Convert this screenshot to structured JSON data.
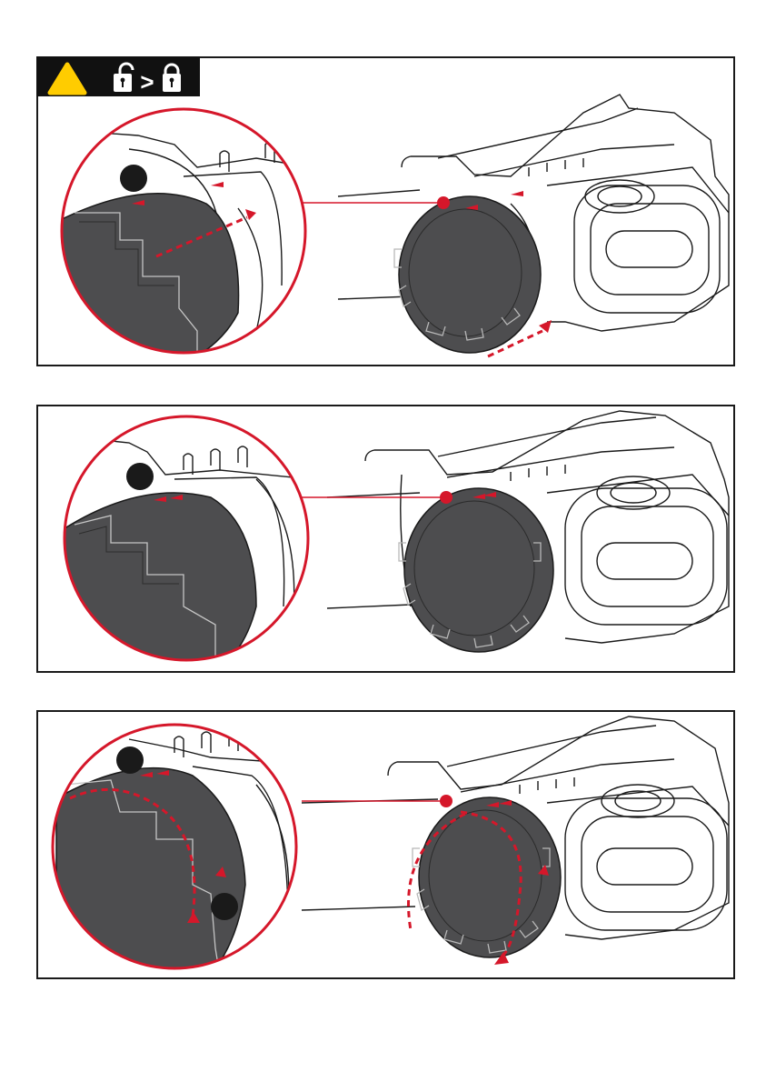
{
  "header": {
    "warning_icon": "warning-triangle-icon",
    "unlocked_icon": "unlocked-padlock-icon",
    "locked_icon": "locked-padlock-icon",
    "separator": ">"
  },
  "colors": {
    "accent_red": "#d5172a",
    "cap_dark": "#4d4d4f",
    "outline": "#1a1a1a",
    "warning_yellow": "#ffcc00"
  },
  "steps": [
    {
      "id": "step-1",
      "action": "push-cap-on",
      "arrow": "dashed-straight-arrow"
    },
    {
      "id": "step-2",
      "action": "marks-aligned",
      "arrow": "none"
    },
    {
      "id": "step-3",
      "action": "rotate-cap-to-lock",
      "arrow": "dashed-curved-arrow"
    }
  ]
}
